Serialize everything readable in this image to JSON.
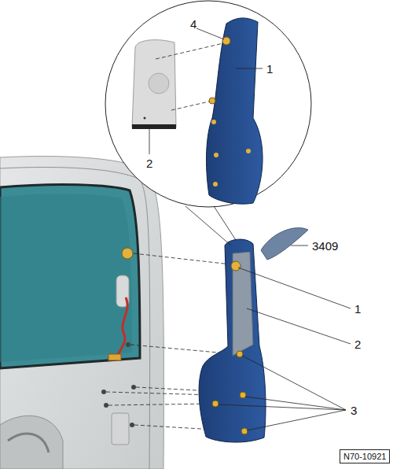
{
  "diagram": {
    "nodes": [
      {
        "text": [
          "N70-10921"
        ]
      }
    ],
    "labels": [
      "4",
      "1",
      "2",
      "3409",
      "1",
      "2",
      "3"
    ]
  }
}
